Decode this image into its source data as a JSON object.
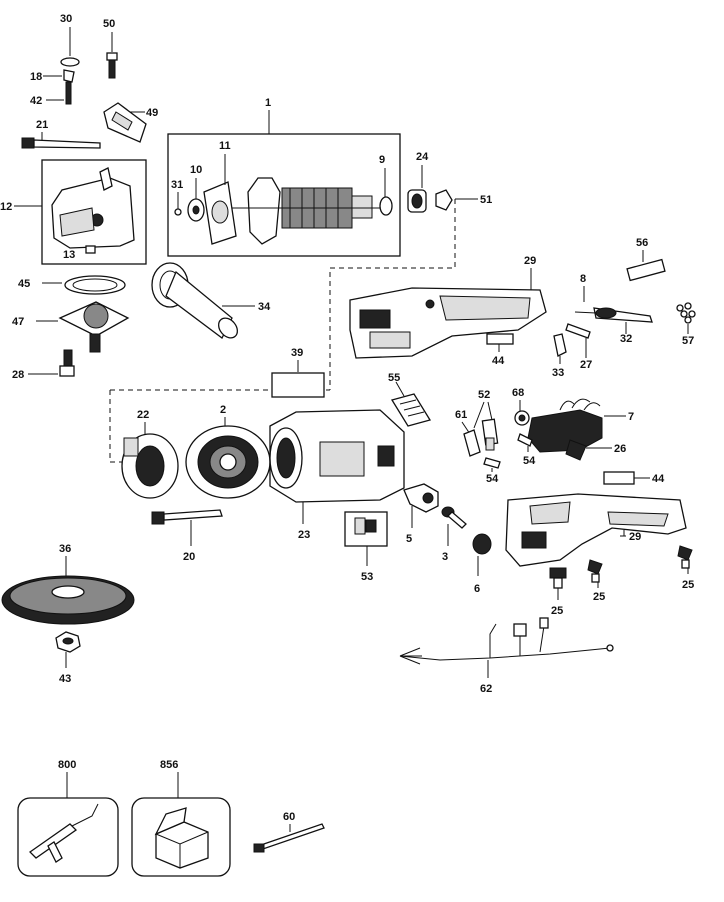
{
  "diagram": {
    "labels": {
      "p1": "1",
      "p2": "2",
      "p3": "3",
      "p5": "5",
      "p6": "6",
      "p7": "7",
      "p8": "8",
      "p9": "9",
      "p10": "10",
      "p11": "11",
      "p12": "12",
      "p13": "13",
      "p18": "18",
      "p20": "20",
      "p21": "21",
      "p22": "22",
      "p23": "23",
      "p24": "24",
      "p25a": "25",
      "p25b": "25",
      "p25c": "25",
      "p26": "26",
      "p27": "27",
      "p28": "28",
      "p29a": "29",
      "p29b": "29",
      "p30": "30",
      "p31": "31",
      "p32": "32",
      "p33": "33",
      "p34": "34",
      "p36": "36",
      "p39": "39",
      "p42": "42",
      "p43": "43",
      "p44a": "44",
      "p44b": "44",
      "p45": "45",
      "p47": "47",
      "p49": "49",
      "p50": "50",
      "p51": "51",
      "p52": "52",
      "p53": "53",
      "p54a": "54",
      "p54b": "54",
      "p55": "55",
      "p56": "56",
      "p57": "57",
      "p60": "60",
      "p61": "61",
      "p62": "62",
      "p68": "68",
      "p800": "800",
      "p856": "856"
    }
  }
}
